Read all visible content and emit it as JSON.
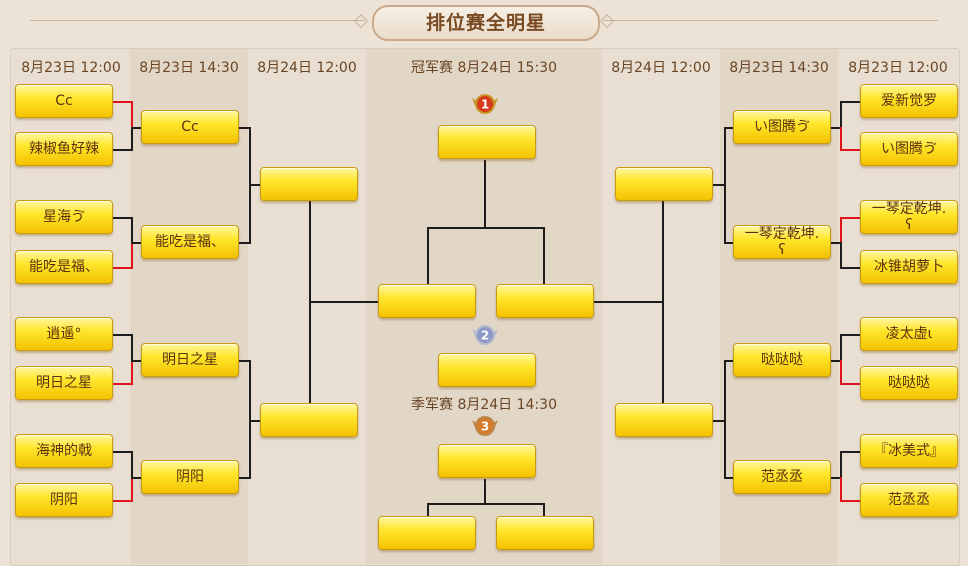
{
  "title": "排位赛全明星",
  "headers": {
    "l1": "8月23日 12:00",
    "l2": "8月23日 14:30",
    "l3": "8月24日 12:00",
    "final": "冠军赛 8月24日 15:30",
    "r3": "8月24日 12:00",
    "r2": "8月23日 14:30",
    "r1": "8月23日 12:00",
    "third": "季军赛 8月24日 14:30"
  },
  "left_round1": [
    "Cc",
    "辣椒鱼好辣",
    "星海ゔ",
    "能吃是福、",
    "逍遥°",
    "明日之星",
    "海神的戟",
    "阴阳"
  ],
  "left_round2": [
    "Cc",
    "能吃是福、",
    "明日之星",
    "阴阳"
  ],
  "left_round3": [
    "",
    ""
  ],
  "right_round1": [
    "爱新觉罗",
    "い图腾ゔ",
    "一琴定乾坤.\nʕ",
    "冰锥胡萝卜",
    "凌太虚ι",
    "哒哒哒",
    "『冰美式』",
    "范丞丞"
  ],
  "right_round2": [
    "い图腾ゔ",
    "一琴定乾坤.\nʕ",
    "哒哒哒",
    "范丞丞"
  ],
  "right_round3": [
    "",
    ""
  ],
  "final": {
    "champion": "",
    "left": "",
    "right": "",
    "runner_up": ""
  },
  "third_place": {
    "winner": "",
    "left": "",
    "right": ""
  },
  "medals": [
    "1",
    "2",
    "3"
  ],
  "colors": {
    "winner_line": "#e0141c",
    "line": "#1c1c1c",
    "box_top": "#fff6a0",
    "box_bottom": "#f3c200",
    "title_text": "#7a4b22"
  }
}
